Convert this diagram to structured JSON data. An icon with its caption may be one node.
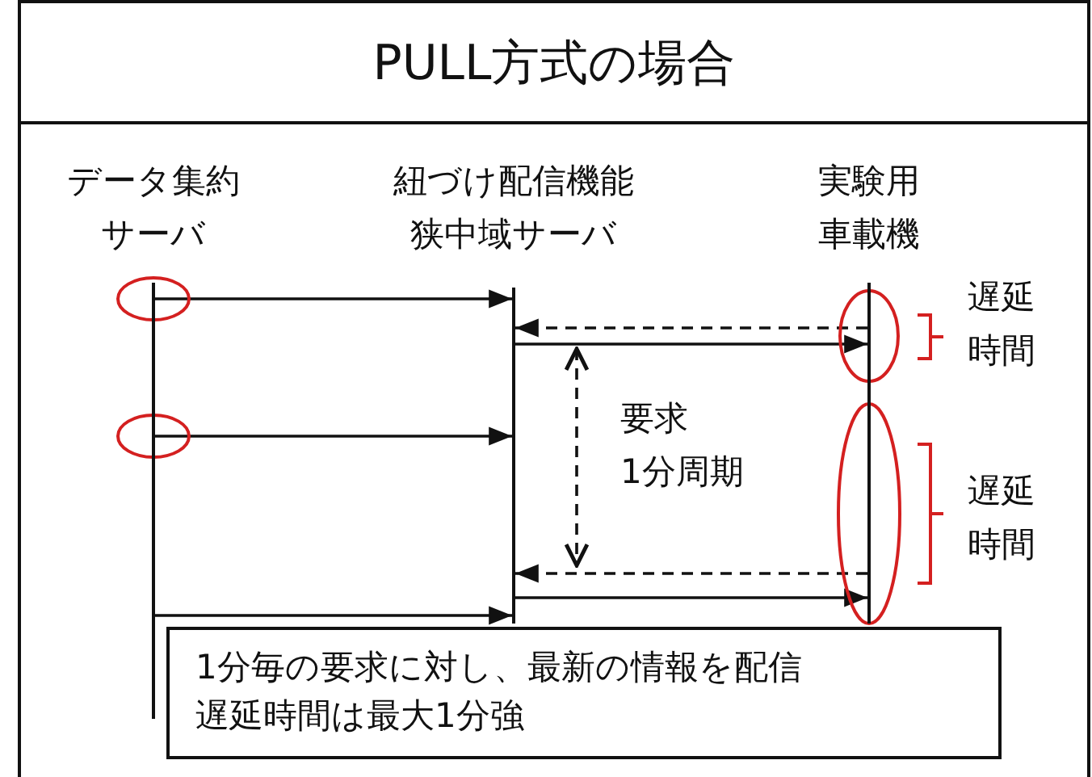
{
  "diagram": {
    "title": "PULL方式の場合",
    "nodes": [
      {
        "text": [],
        "shape": "bar",
        "beside": [
          "データ集約サーバ"
        ]
      },
      {
        "text": [],
        "shape": "bar",
        "beside": [
          "紐づけ配信機能狭中域サーバ"
        ]
      },
      {
        "text": [],
        "shape": "bar",
        "beside": [
          "実験用車載機"
        ]
      },
      {
        "text": [
          "1分毎の要求に対し、最新の情報を配信",
          "遅延時間は最大1分強"
        ]
      }
    ],
    "edges": [
      {
        "from": 0,
        "to": 1,
        "arrow": "to"
      },
      {
        "from": 2,
        "to": 1,
        "arrow": "to",
        "style": "dashed"
      },
      {
        "from": 1,
        "to": 2,
        "arrow": "to"
      },
      {
        "from": 0,
        "to": 1,
        "arrow": "to"
      },
      {
        "from": 2,
        "to": 1,
        "arrow": "to",
        "style": "dashed"
      },
      {
        "from": 1,
        "to": 2,
        "arrow": "to"
      },
      {
        "from": 0,
        "to": 1,
        "arrow": "to"
      }
    ],
    "labels": [
      "遅延時間",
      "要求 1分周期",
      "遅延時間"
    ]
  }
}
